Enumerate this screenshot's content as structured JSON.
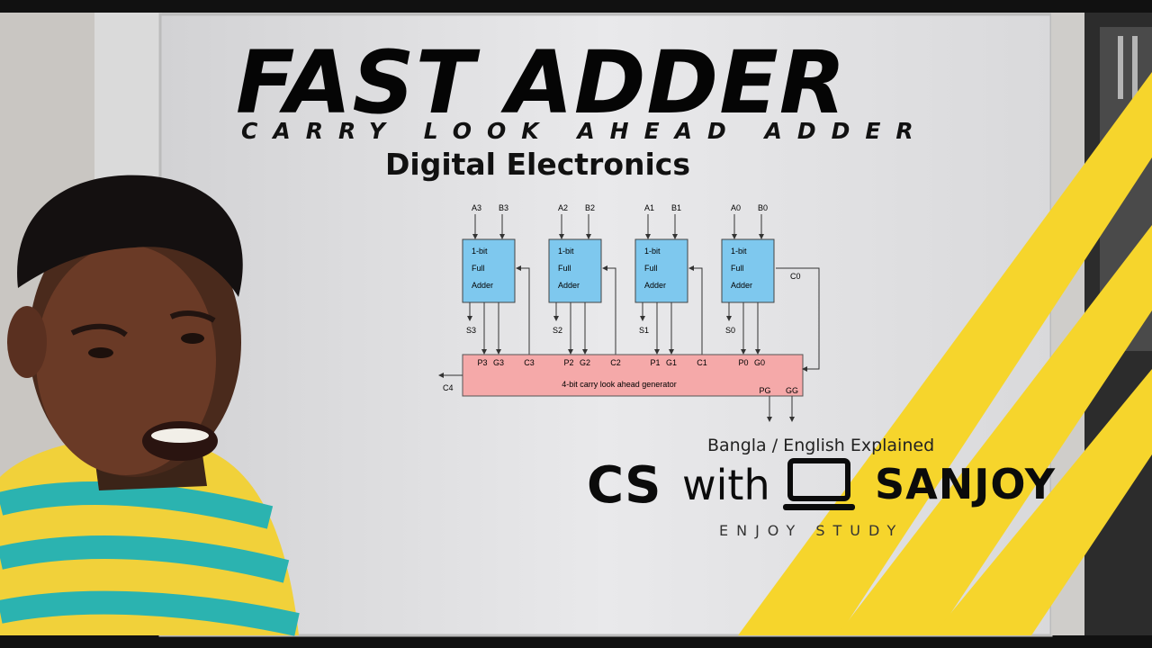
{
  "title": "FAST ADDER",
  "subtitle": "CARRY LOOK AHEAD ADDER",
  "topic": "Digital Electronics",
  "tagline": "Bangla / English Explained",
  "brand": {
    "cs": "CS",
    "with": "with",
    "name": "SANJOY",
    "slogan": "ENJOY STUDY",
    "icon": "laptop-icon"
  },
  "colors": {
    "adder_block": "#7ec8ee",
    "generator_block": "#f5a9a9",
    "accent_stripe": "#f6d52c"
  },
  "diagram": {
    "adders": [
      {
        "a": "A3",
        "b": "B3",
        "label": [
          "1-bit",
          "Full",
          "Adder"
        ],
        "sum": "S3"
      },
      {
        "a": "A2",
        "b": "B2",
        "label": [
          "1-bit",
          "Full",
          "Adder"
        ],
        "sum": "S2"
      },
      {
        "a": "A1",
        "b": "B1",
        "label": [
          "1-bit",
          "Full",
          "Adder"
        ],
        "sum": "S1"
      },
      {
        "a": "A0",
        "b": "B0",
        "label": [
          "1-bit",
          "Full",
          "Adder"
        ],
        "sum": "S0"
      }
    ],
    "carry_in": "C0",
    "generator_label": "4-bit carry look ahead generator",
    "generator_signals": [
      "P3",
      "G3",
      "C3",
      "P2",
      "G2",
      "C2",
      "P1",
      "G1",
      "C1",
      "P0",
      "G0"
    ],
    "carry_out": "C4",
    "outputs": [
      "PG",
      "GG"
    ]
  }
}
